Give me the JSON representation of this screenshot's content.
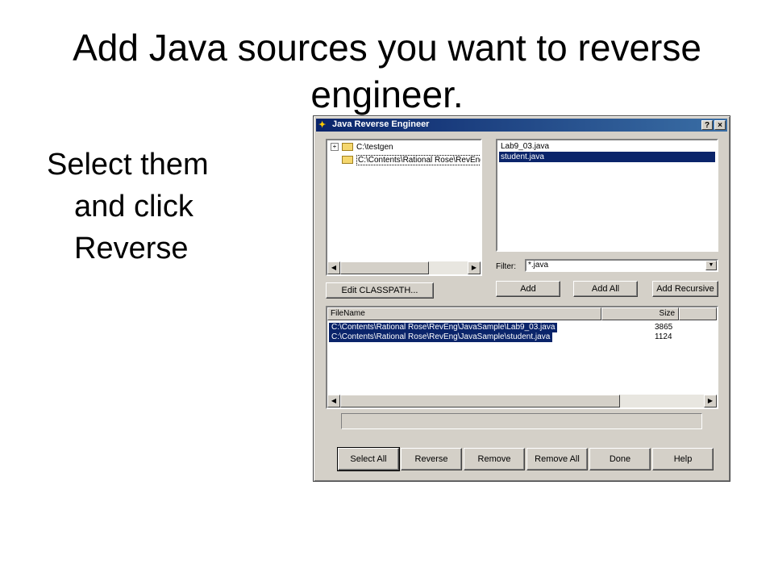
{
  "slide": {
    "title": "Add Java sources you want to reverse engineer.",
    "body_line1": "Select them",
    "body_line2": "and click",
    "body_line3": "Reverse"
  },
  "dialog": {
    "title": "Java Reverse Engineer",
    "help_btn": "?",
    "close_btn": "×",
    "tree": [
      {
        "expander": "+",
        "label": "C:\\testgen"
      },
      {
        "expander": "",
        "label": "C:\\Contents\\Rational Rose\\RevEng\\JavaSample"
      }
    ],
    "files": [
      {
        "name": "Lab9_03.java",
        "selected": false
      },
      {
        "name": "student.java",
        "selected": true
      }
    ],
    "filter_label": "Filter:",
    "filter_value": "*.java",
    "edit_classpath": "Edit CLASSPATH...",
    "add": "Add",
    "add_all": "Add All",
    "add_recursive": "Add Recursive",
    "grid_headers": {
      "filename": "FileName",
      "size": "Size"
    },
    "grid_rows": [
      {
        "filename": "C:\\Contents\\Rational Rose\\RevEng\\JavaSample\\Lab9_03.java",
        "size": "3865"
      },
      {
        "filename": "C:\\Contents\\Rational Rose\\RevEng\\JavaSample\\student.java",
        "size": "1124"
      }
    ],
    "buttons": {
      "select_all": "Select All",
      "reverse": "Reverse",
      "remove": "Remove",
      "remove_all": "Remove All",
      "done": "Done",
      "help": "Help"
    }
  }
}
